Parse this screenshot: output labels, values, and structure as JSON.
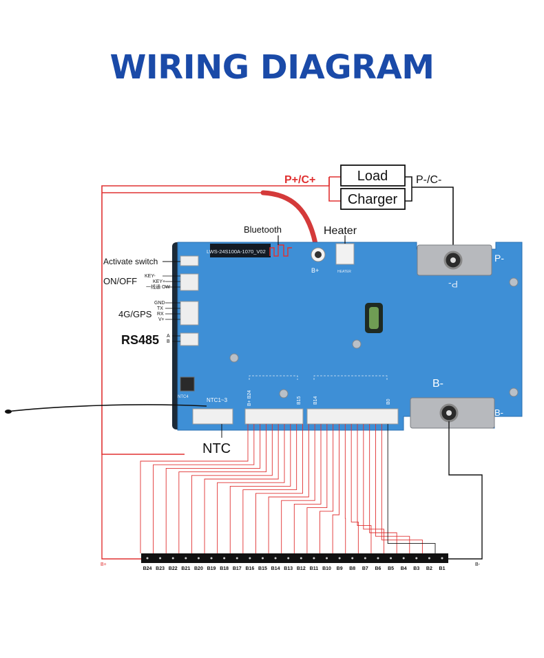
{
  "title": "WIRING DIAGRAM",
  "colors": {
    "title": "#1a4aa8",
    "board": "#3e8fd6",
    "wire_red": "#e03030",
    "wire_black": "#222222"
  },
  "labels": {
    "p_plus": "P+/C+",
    "p_minus": "P-/C-",
    "load": "Load",
    "charger": "Charger",
    "bluetooth": "Bluetooth",
    "heater": "Heater",
    "activate_switch": "Activate switch",
    "on_off": "ON/OFF",
    "gps": "4G/GPS",
    "rs485": "RS485",
    "ntc": "NTC",
    "b_plus": "B+",
    "b_minus": "B-"
  },
  "board": {
    "model": "LWS-24S100A-1070_V02",
    "p_minus_mark": "P-",
    "b_minus_mark": "B-",
    "b_plus_mark": "B+",
    "heater_mark": "HEATER",
    "ntc_header": "NTC1~3",
    "header_b24": "B+ B24",
    "header_b15": "B15",
    "header_b14": "B14",
    "header_b0": "B0",
    "ntc_tiny": "NTC4",
    "onoff_pins": [
      "KEY-",
      "KEY+",
      "一线通 OW"
    ],
    "gps_pins": [
      "GND",
      "TX",
      "RX",
      "V+"
    ],
    "rs485_pins": [
      "A",
      "B"
    ]
  },
  "cells": [
    "B24",
    "B23",
    "B22",
    "B21",
    "B20",
    "B19",
    "B18",
    "B17",
    "B16",
    "B15",
    "B14",
    "B13",
    "B12",
    "B11",
    "B10",
    "B9",
    "B8",
    "B7",
    "B6",
    "B5",
    "B4",
    "B3",
    "B2",
    "B1"
  ]
}
